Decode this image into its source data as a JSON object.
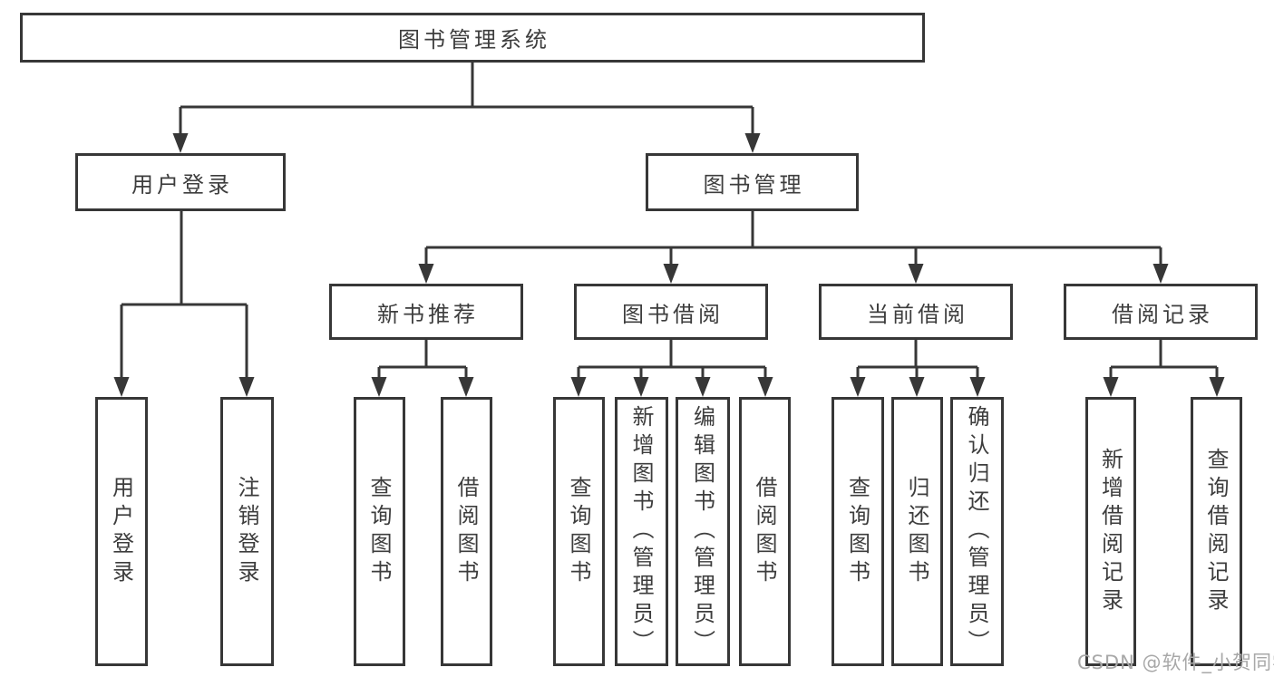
{
  "tree": {
    "root": {
      "label": "图书管理系统"
    },
    "level2": [
      {
        "id": "user-login",
        "label": "用户登录"
      },
      {
        "id": "book-management",
        "label": "图书管理"
      }
    ],
    "level3": [
      {
        "id": "new-book-recommend",
        "label": "新书推荐",
        "parent": "图书管理"
      },
      {
        "id": "book-borrow",
        "label": "图书借阅",
        "parent": "图书管理"
      },
      {
        "id": "current-borrow",
        "label": "当前借阅",
        "parent": "图书管理"
      },
      {
        "id": "borrow-records",
        "label": "借阅记录",
        "parent": "图书管理"
      }
    ],
    "leaves": [
      {
        "id": "user-login-leaf",
        "label": "用户登录",
        "parent": "用户登录"
      },
      {
        "id": "logout",
        "label": "注销登录",
        "parent": "用户登录"
      },
      {
        "id": "nb-query-books",
        "label": "查询图书",
        "parent": "新书推荐"
      },
      {
        "id": "nb-borrow-books",
        "label": "借阅图书",
        "parent": "新书推荐"
      },
      {
        "id": "bb-query-books",
        "label": "查询图书",
        "parent": "图书借阅"
      },
      {
        "id": "bb-add-books",
        "label": "新增图书（管理员）",
        "parent": "图书借阅"
      },
      {
        "id": "bb-edit-books",
        "label": "编辑图书（管理员）",
        "parent": "图书借阅"
      },
      {
        "id": "bb-borrow-books",
        "label": "借阅图书",
        "parent": "图书借阅"
      },
      {
        "id": "cb-query-books",
        "label": "查询图书",
        "parent": "当前借阅"
      },
      {
        "id": "cb-return-books",
        "label": "归还图书",
        "parent": "当前借阅"
      },
      {
        "id": "cb-confirm-return",
        "label": "确认归还（管理员）",
        "parent": "当前借阅"
      },
      {
        "id": "br-add-record",
        "label": "新增借阅记录",
        "parent": "借阅记录"
      },
      {
        "id": "br-query-record",
        "label": "查询借阅记录",
        "parent": "借阅记录"
      }
    ]
  },
  "watermark": {
    "label": "CSDN @软件_小贺同学"
  },
  "colors": {
    "line": "#373737",
    "text": "#3d3d3d",
    "watermark": "#a8a8a8",
    "background": "#ffffff"
  }
}
